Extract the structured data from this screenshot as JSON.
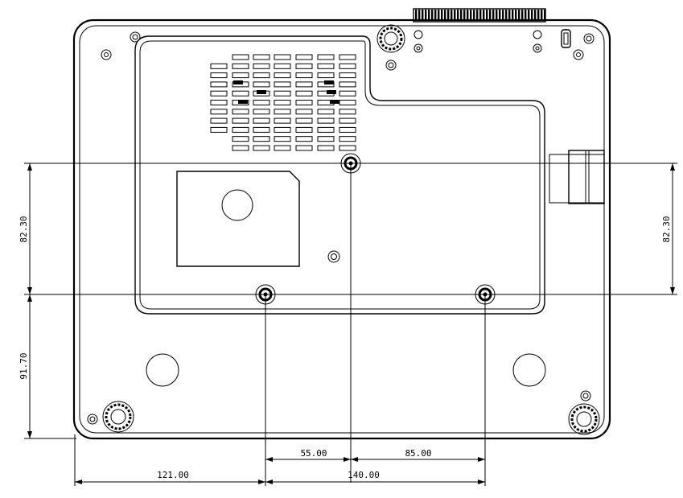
{
  "dimensions": {
    "left_vertical_upper": "82.30",
    "right_vertical": "82.30",
    "left_vertical_lower": "91.70",
    "bottom_55": "55.00",
    "bottom_85": "85.00",
    "bottom_121": "121.00",
    "bottom_140": "140.00"
  }
}
